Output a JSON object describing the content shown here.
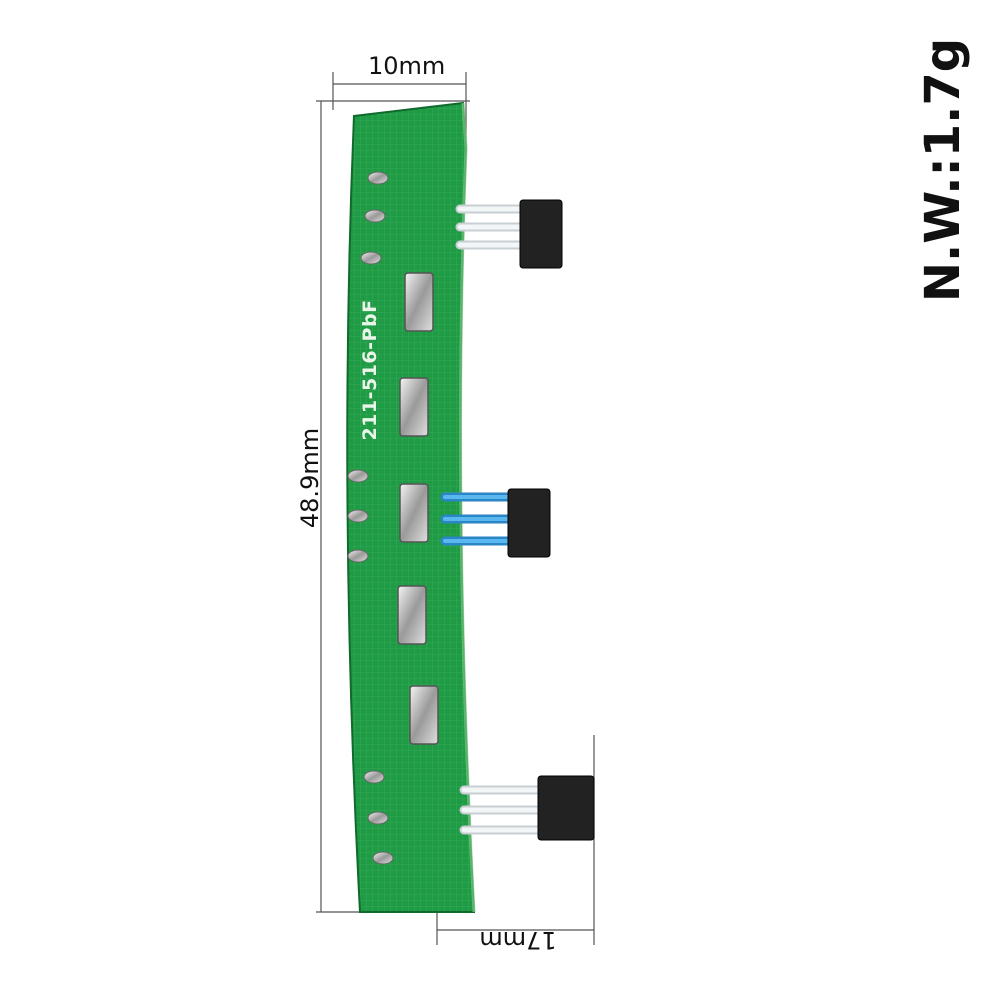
{
  "dimensions": {
    "width_label": "10mm",
    "height_label": "48.9mm",
    "depth_label": "17mm"
  },
  "net_weight_label": "N.W.:1.7g",
  "board": {
    "marking": "211-516-PbF",
    "color": "#1f9a45",
    "sensor_count": 3,
    "sensor_wire_colors": [
      "#e6ecef",
      "#3aa1e3",
      "#e6ecef"
    ]
  }
}
